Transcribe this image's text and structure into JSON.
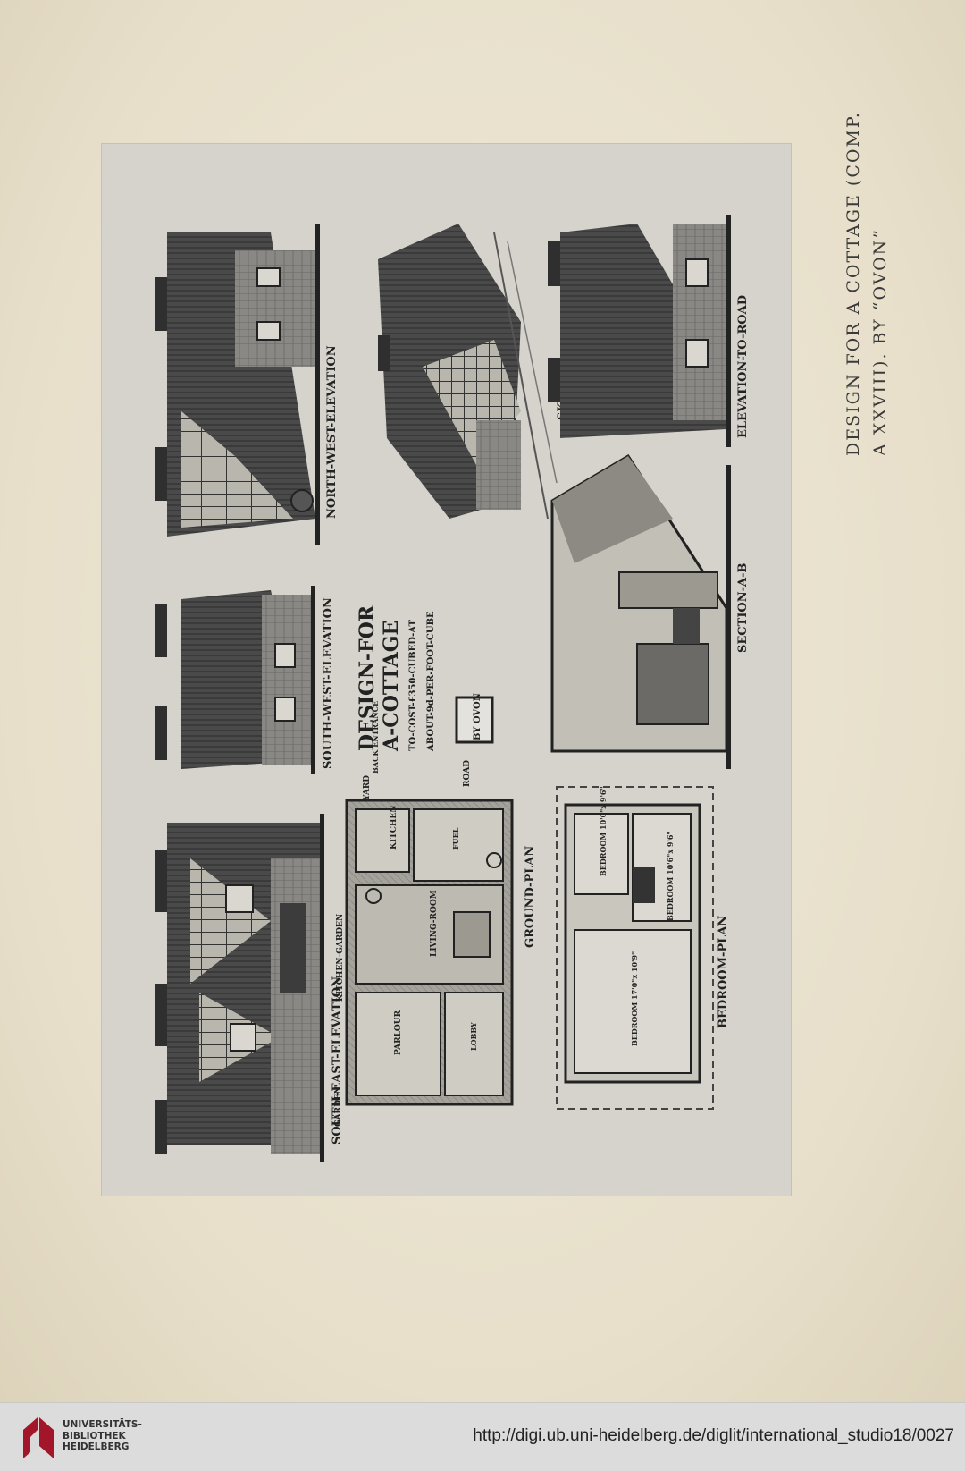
{
  "caption": {
    "line1": "DESIGN FOR A COTTAGE (COMP.",
    "line2": "A XXVIII). BY “OVON”"
  },
  "plate": {
    "labels": {
      "north_west": "NORTH-WEST-ELEVATION",
      "south_west": "SOUTH-WEST-ELEVATION",
      "south_east": "SOUTH-EAST-ELEVATION",
      "sketch": "SKETCH",
      "elevation_to_road": "ELEVATION-TO-ROAD",
      "section": "SECTION-A-B",
      "ground_plan": "GROUND-PLAN",
      "bedroom_plan": "BEDROOM-PLAN",
      "title1": "DESIGN-FOR",
      "title2": "A-COTTAGE",
      "subtitle1": "TO-COST-£350-CUBED-AT",
      "subtitle2": "ABOUT-9d-PER-FOOT-CUBE",
      "monogram": "BY OVON",
      "kitchen_garden": "KITCHEN-GARDEN",
      "garden": "GARDEN",
      "road": "ROAD",
      "yard": "YARD",
      "back_entrance": "BACK ENTRANCE",
      "kitchen": "KITCHEN",
      "parlour": "PARLOUR",
      "living_room": "LIVING-ROOM",
      "lobby": "LOBBY",
      "fuel": "FUEL",
      "bedroom_a": "BEDROOM 10'0\"x 9'6\"",
      "bedroom_b": "BEDROOM 17'0\"x 10'9\"",
      "bedroom_c": "BEDROOM 10'6\"x 9'6\""
    }
  },
  "footer": {
    "logo_line1": "UNIVERSITÄTS-",
    "logo_line2": "BIBLIOTHEK",
    "logo_line3": "HEIDELBERG",
    "url": "http://digi.ub.uni-heidelberg.de/diglit/international_studio18/0027"
  }
}
